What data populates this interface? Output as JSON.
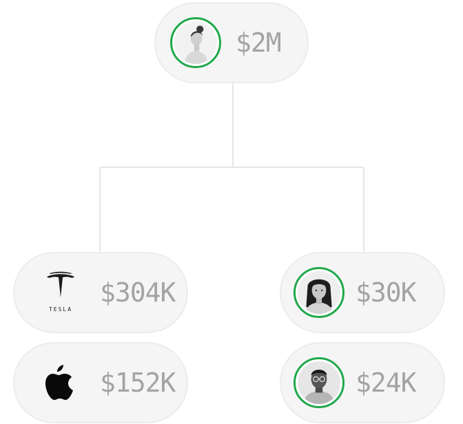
{
  "root": {
    "amount": "$2M",
    "avatar_icon": "woman-portrait-icon",
    "accent_color": "#1fa84a"
  },
  "left_branch": [
    {
      "amount": "$304K",
      "icon": "tesla-logo-icon",
      "logo_text": "TESLA"
    },
    {
      "amount": "$152K",
      "icon": "apple-logo-icon"
    }
  ],
  "right_branch": [
    {
      "amount": "$30K",
      "icon": "woman-portrait-icon"
    },
    {
      "amount": "$24K",
      "icon": "man-portrait-icon"
    }
  ]
}
